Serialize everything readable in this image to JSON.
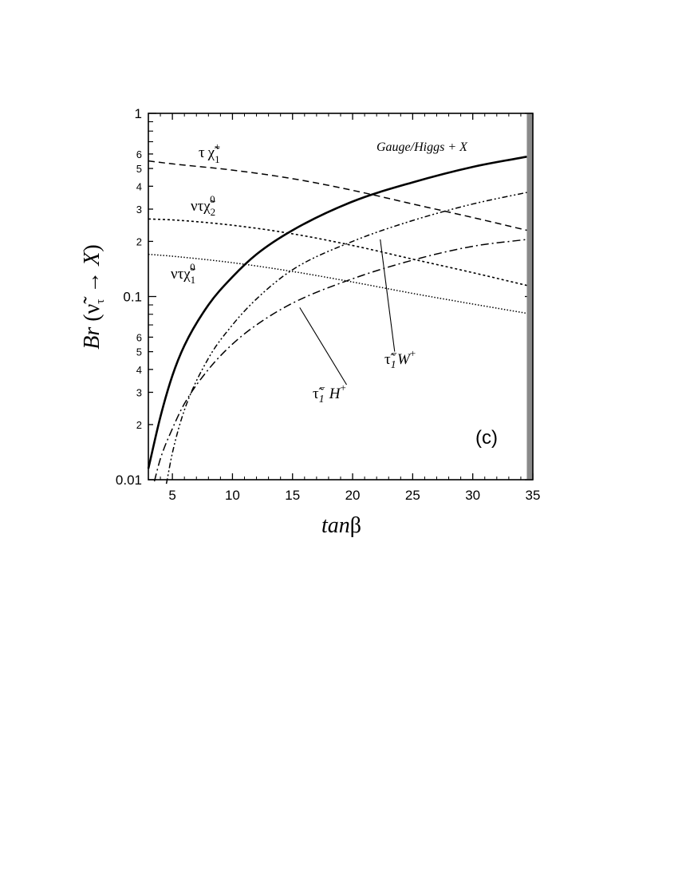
{
  "chart_data": {
    "type": "line",
    "xlabel": "tanβ",
    "ylabel": "Br (ν̃τ → X)",
    "xlim": [
      3,
      35
    ],
    "ylim": [
      0.01,
      1
    ],
    "yscale": "log",
    "grid": false,
    "legend": "none",
    "panel_label": "(c)",
    "annotation": "Gauge/Higgs + X",
    "shaded_band": [
      34.5,
      35
    ],
    "x_ticks": [
      {
        "value": 5,
        "label": "5"
      },
      {
        "value": 10,
        "label": "10"
      },
      {
        "value": 15,
        "label": "15"
      },
      {
        "value": 20,
        "label": "20"
      },
      {
        "value": 25,
        "label": "25"
      },
      {
        "value": 30,
        "label": "30"
      },
      {
        "value": 35,
        "label": "35"
      }
    ],
    "y_ticks": [
      {
        "value": 0.01,
        "label": "0.01",
        "major": true
      },
      {
        "value": 0.02,
        "label": "2",
        "major": false
      },
      {
        "value": 0.03,
        "label": "3",
        "major": false
      },
      {
        "value": 0.04,
        "label": "4",
        "major": false
      },
      {
        "value": 0.05,
        "label": "5",
        "major": false
      },
      {
        "value": 0.06,
        "label": "6",
        "major": false
      },
      {
        "value": 0.1,
        "label": "0.1",
        "major": true
      },
      {
        "value": 0.2,
        "label": "2",
        "major": false
      },
      {
        "value": 0.3,
        "label": "3",
        "major": false
      },
      {
        "value": 0.4,
        "label": "4",
        "major": false
      },
      {
        "value": 0.5,
        "label": "5",
        "major": false
      },
      {
        "value": 0.6,
        "label": "6",
        "major": false
      },
      {
        "value": 1,
        "label": "1",
        "major": true
      }
    ],
    "series": [
      {
        "id": "tau-chi1plus",
        "name": "τ χ̃1+",
        "style": "dashed",
        "x": [
          3,
          5,
          10,
          15,
          20,
          25,
          30,
          34.5
        ],
        "y": [
          0.55,
          0.53,
          0.49,
          0.44,
          0.38,
          0.32,
          0.27,
          0.23
        ]
      },
      {
        "id": "nu-chi2",
        "name": "ντχ̃20",
        "style": "dotted",
        "x": [
          3,
          5,
          10,
          15,
          20,
          25,
          30,
          34.5
        ],
        "y": [
          0.265,
          0.262,
          0.245,
          0.22,
          0.19,
          0.16,
          0.135,
          0.115
        ]
      },
      {
        "id": "nu-chi1",
        "name": "ντχ̃10",
        "style": "fine-dotted",
        "x": [
          3,
          5,
          10,
          15,
          20,
          25,
          30,
          34.5
        ],
        "y": [
          0.17,
          0.166,
          0.153,
          0.137,
          0.12,
          0.104,
          0.091,
          0.081
        ]
      },
      {
        "id": "gauge-higgs",
        "name": "Gauge/Higgs + X",
        "style": "solid",
        "x": [
          3,
          4,
          5,
          6,
          8,
          10,
          12,
          15,
          20,
          25,
          30,
          34.5
        ],
        "y": [
          0.0115,
          0.022,
          0.037,
          0.054,
          0.09,
          0.128,
          0.17,
          0.23,
          0.33,
          0.42,
          0.51,
          0.58
        ]
      },
      {
        "id": "stau-W",
        "name": "τ̃1− W+",
        "style": "dash-dot-dot",
        "x": [
          4.5,
          5,
          6,
          8,
          10,
          12,
          15,
          20,
          25,
          30,
          34.5
        ],
        "y": [
          0.0095,
          0.014,
          0.024,
          0.046,
          0.07,
          0.097,
          0.14,
          0.2,
          0.26,
          0.32,
          0.37
        ]
      },
      {
        "id": "stau-H",
        "name": "τ̃1− H+",
        "style": "dash-dot",
        "x": [
          3.5,
          4,
          5,
          6,
          8,
          10,
          12,
          15,
          20,
          25,
          30,
          34.5
        ],
        "y": [
          0.0098,
          0.013,
          0.019,
          0.026,
          0.04,
          0.055,
          0.07,
          0.092,
          0.125,
          0.158,
          0.188,
          0.205
        ]
      }
    ],
    "labels": {
      "tau-chi1plus": {
        "base": "τ",
        "mid": "χ̃",
        "sub": "1",
        "sup": "+"
      },
      "nu-chi2": {
        "base": "ντ",
        "mid": "χ̃",
        "sub": "2",
        "sup": "0"
      },
      "nu-chi1": {
        "base": "ντ",
        "mid": "χ̃",
        "sub": "1",
        "sup": "0"
      },
      "stau-W": {
        "base": "τ̃",
        "sub": "1",
        "sup": "−",
        "tail": "W",
        "tail_sup": "+"
      },
      "stau-H": {
        "base": "τ̃",
        "sub": "1",
        "sup": "−",
        "tail": " H",
        "tail_sup": "+"
      }
    },
    "pointers": [
      {
        "label": "stau-W",
        "from": [
          23.5,
          0.05
        ],
        "to": [
          22.3,
          0.205
        ]
      },
      {
        "label": "stau-H",
        "from": [
          19.5,
          0.033
        ],
        "to": [
          15.6,
          0.087
        ]
      }
    ]
  }
}
